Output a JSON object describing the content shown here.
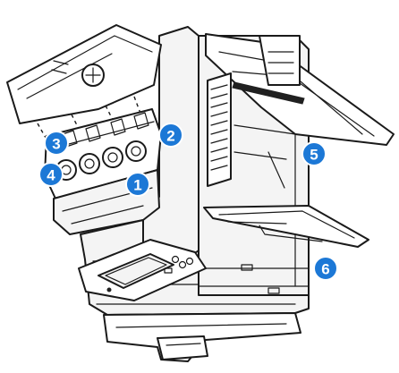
{
  "callout_color": "#1c78d6",
  "callouts": [
    {
      "label": "1"
    },
    {
      "label": "2"
    },
    {
      "label": "3"
    },
    {
      "label": "4"
    },
    {
      "label": "5"
    },
    {
      "label": "6"
    }
  ]
}
